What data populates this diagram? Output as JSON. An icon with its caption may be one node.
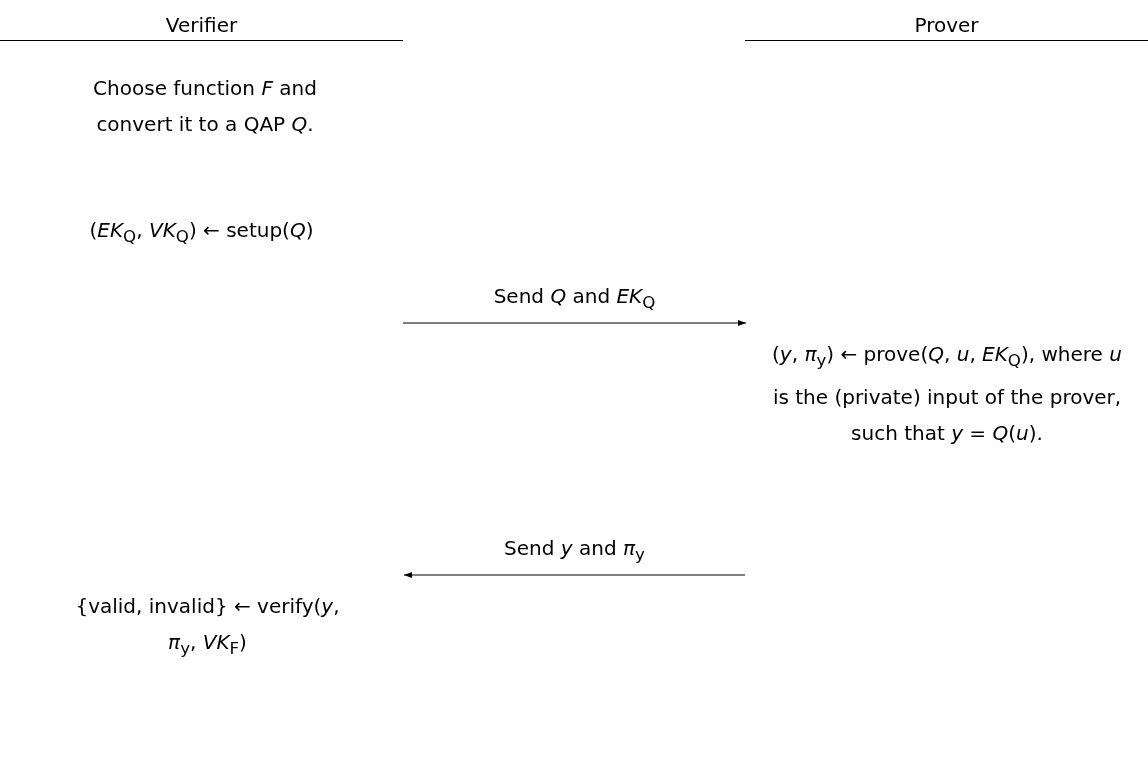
{
  "diagram": {
    "nodes": [
      {
        "text": [
          "Verifier"
        ]
      },
      {
        "text": [
          "Prover"
        ]
      },
      {
        "text": [
          "Choose function *F* and convert it to a QAP *Q*."
        ]
      },
      {
        "text": [
          "(*EK*$_{Q}$, *VK*$_{Q}$) ← setup(*Q*)"
        ]
      },
      {
        "text": [
          "(*y*, *π*$_{y}$) ← prove(*Q*, *u*, *EK*$_{Q}$), where *u* is the (private) input of the prover, such that *y* = *Q*(*u*)."
        ]
      },
      {
        "text": [
          "{valid, invalid} ← verify(*y*, *π*$_{y}$, *VK*$_{F}$)"
        ]
      }
    ],
    "edges": [
      {
        "from": null,
        "to": 4,
        "arrow": "to",
        "label": "Send *Q* and *EK*$_{Q}$"
      },
      {
        "from": null,
        "to": 5,
        "arrow": "to",
        "label": "Send *y* and *π*$_{y}$"
      }
    ]
  }
}
